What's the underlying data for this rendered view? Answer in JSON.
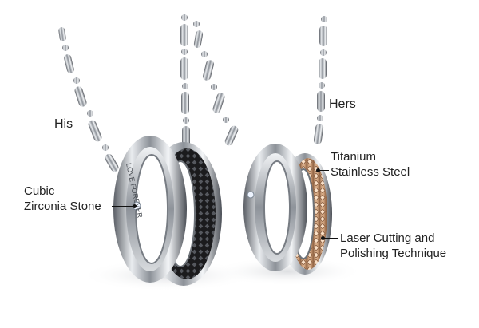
{
  "labels": {
    "his": "His",
    "hers": "Hers",
    "titanium_line1": "Titanium",
    "titanium_line2": "Stainless Steel",
    "cubic_line1": "Cubic",
    "cubic_line2": "Zirconia Stone",
    "laser_line1": "Laser Cutting and",
    "laser_line2": "Polishing Technique"
  },
  "ring_engraving": "LOVE FOREVER",
  "colors": {
    "background": "#ffffff",
    "steel": "#c9cdd2",
    "black_band": "#1b1b1d",
    "gold_band": "#c99a72",
    "text": "#222222"
  }
}
